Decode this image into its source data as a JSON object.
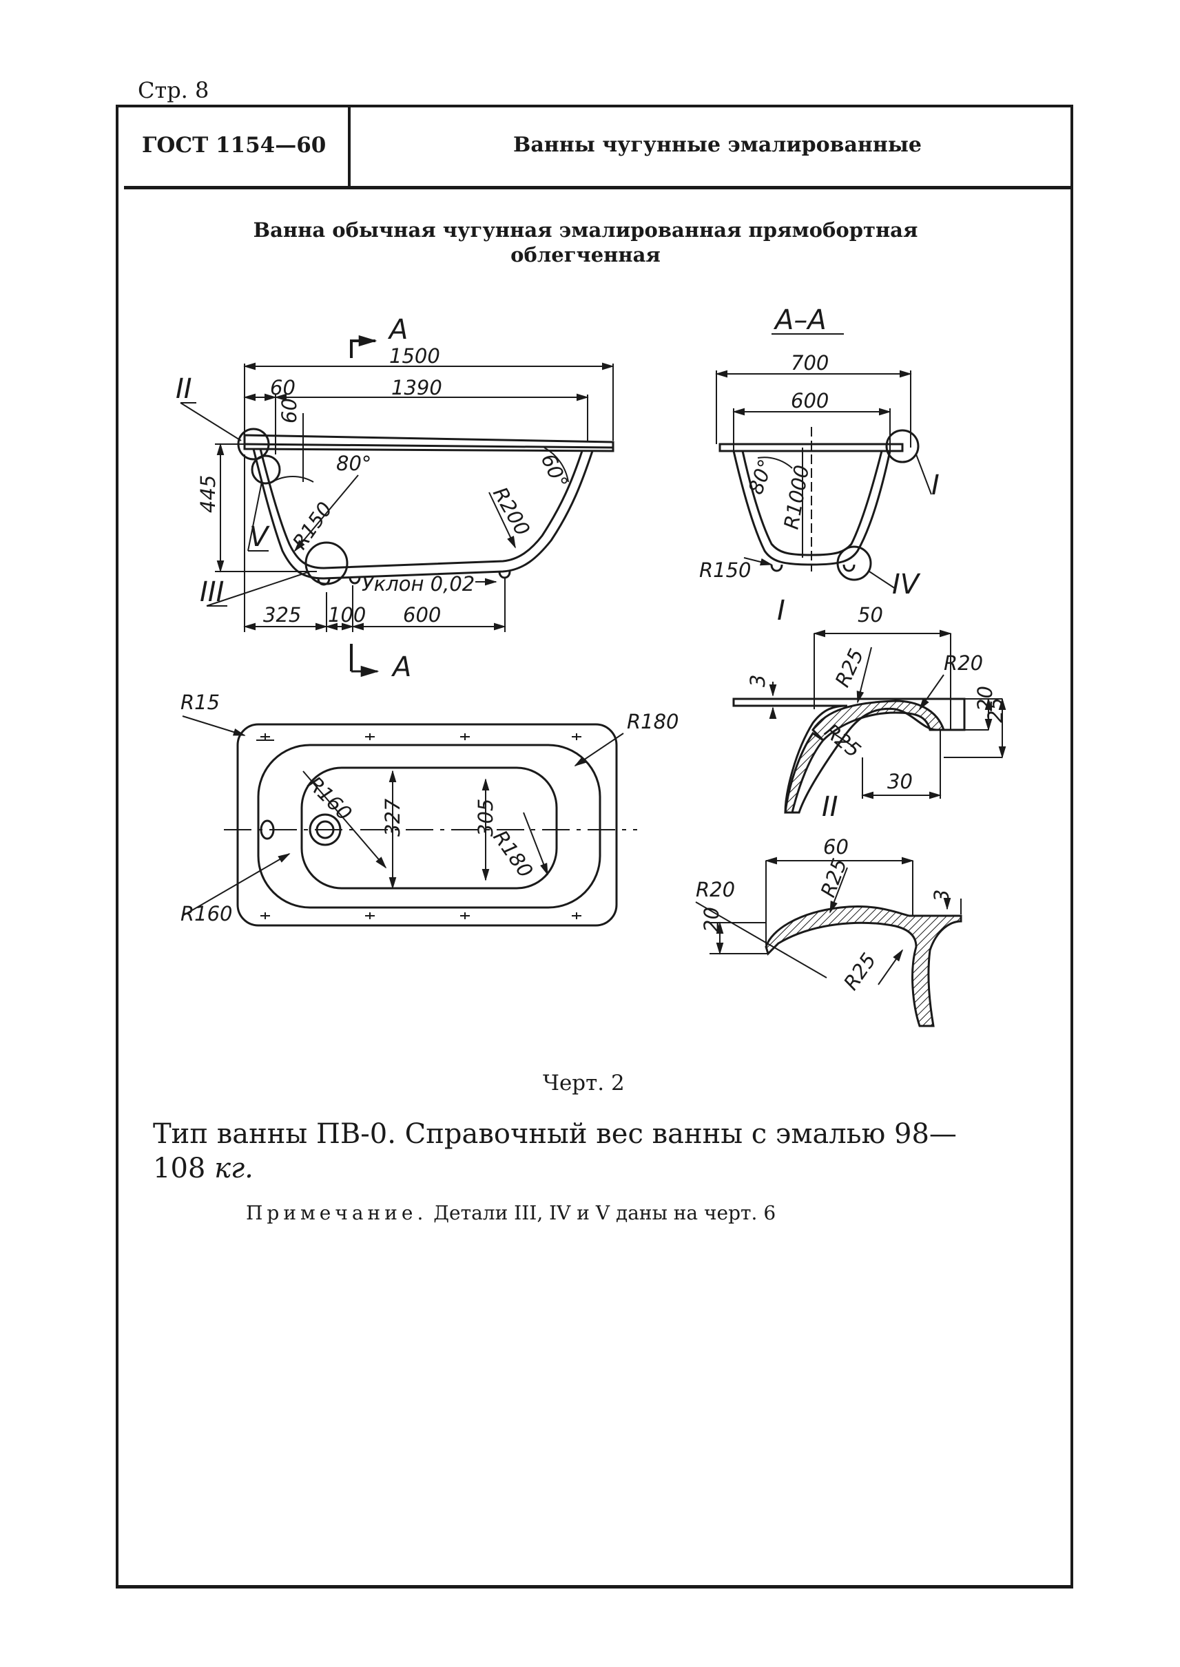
{
  "page": {
    "number_label": "Стр. 8"
  },
  "header": {
    "gost": "ГОСТ 1154—60",
    "title": "Ванны чугунные эмалированные"
  },
  "drawing": {
    "title": "Ванна обычная чугунная эмалированная прямобортная облегченная",
    "caption": "Черт. 2",
    "side_view": {
      "section_mark": "А",
      "overall_length": "1500",
      "inner_length": "1390",
      "rim_offset": "60",
      "rim_height": "60",
      "height": "445",
      "angle_left": "80°",
      "angle_right": "60°",
      "radius_left": "R150",
      "radius_right": "R200",
      "slope": "Уклон 0,02",
      "bottom_dims": [
        "325",
        "100",
        "600"
      ],
      "callouts": [
        "II",
        "V",
        "III"
      ]
    },
    "section_aa": {
      "label": "А–А",
      "outer_width": "700",
      "inner_width": "600",
      "angle": "80°",
      "radius_wall": "R1000",
      "radius_bottom": "R150",
      "callouts": [
        "I",
        "IV"
      ]
    },
    "plan_view": {
      "radii": [
        "R15",
        "R180",
        "R160",
        "R180",
        "R160"
      ],
      "inner_widths": [
        "327",
        "305"
      ]
    },
    "detail_i": {
      "label": "I",
      "dims": [
        "50",
        "R25",
        "R20",
        "3",
        "R25",
        "20",
        "25",
        "30"
      ]
    },
    "detail_ii": {
      "label": "II",
      "dims": [
        "60",
        "R20",
        "R25",
        "3",
        "20",
        "R25"
      ]
    }
  },
  "body": {
    "type_text": "Тип ванны ПВ-0. Справочный вес ванны с эмалью 98—",
    "type_text_2": "108",
    "type_unit": "кг.",
    "note_label": "Примечание.",
    "note_text": "Детали III, IV и V даны на черт. 6"
  }
}
